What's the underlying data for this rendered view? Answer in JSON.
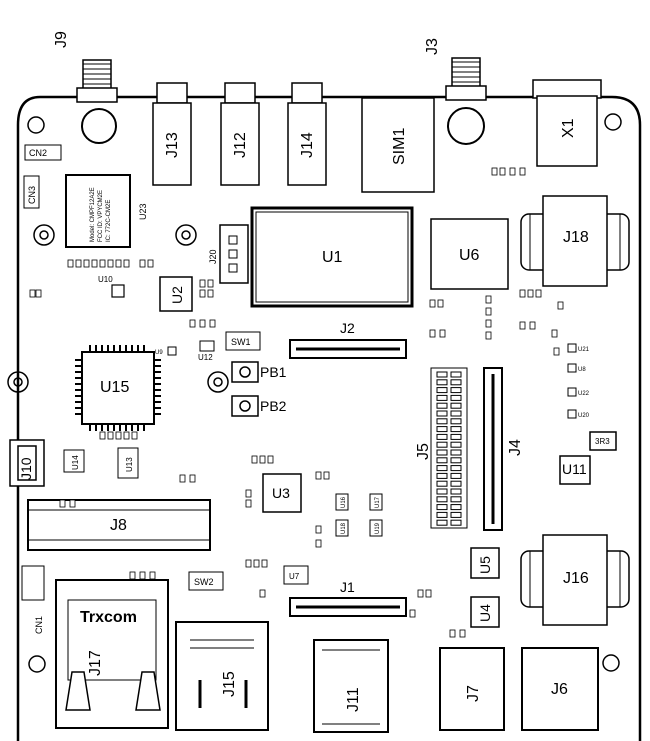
{
  "board": {
    "brand": "Trxcom",
    "outer_labels": {
      "j9": "J9",
      "j3": "J3"
    },
    "connectors": {
      "j13": "J13",
      "j12": "J12",
      "j14": "J14",
      "sim1": "SIM1",
      "x1": "X1",
      "j18": "J18",
      "j16": "J16",
      "j2": "J2",
      "j1": "J1",
      "j5": "J5",
      "j4": "J4",
      "j8": "J8",
      "j10": "J10",
      "j17": "J17",
      "j15": "J15",
      "j11": "J11",
      "j7": "J7",
      "j6": "J6",
      "j20": "J20"
    },
    "chips": {
      "u1": "U1",
      "u2": "U2",
      "u3": "U3",
      "u4": "U4",
      "u5": "U5",
      "u6": "U6",
      "u7": "U7",
      "u9": "U9",
      "u10": "U10",
      "u11": "U11",
      "u12": "U12",
      "u13": "U13",
      "u14": "U14",
      "u15": "U15",
      "u23": "U23",
      "u8": "U8",
      "u20": "U20",
      "u21": "U21",
      "u22": "U22",
      "r3r3": "3R3"
    },
    "buttons": {
      "pb1": "PB1",
      "pb2": "PB2"
    },
    "switches": {
      "sw1": "SW1",
      "sw2": "SW2"
    },
    "tags": {
      "cn1": "CN1",
      "cn2": "CN2",
      "cn3": "CN3"
    },
    "module_text": [
      "Model: CMPF12A2E",
      "FCC ID: VPYCM2E",
      "IC: 772C-CM2E"
    ],
    "u16_19": {
      "u16": "U16",
      "u17": "U17",
      "u18": "U18",
      "u19": "U19"
    }
  }
}
